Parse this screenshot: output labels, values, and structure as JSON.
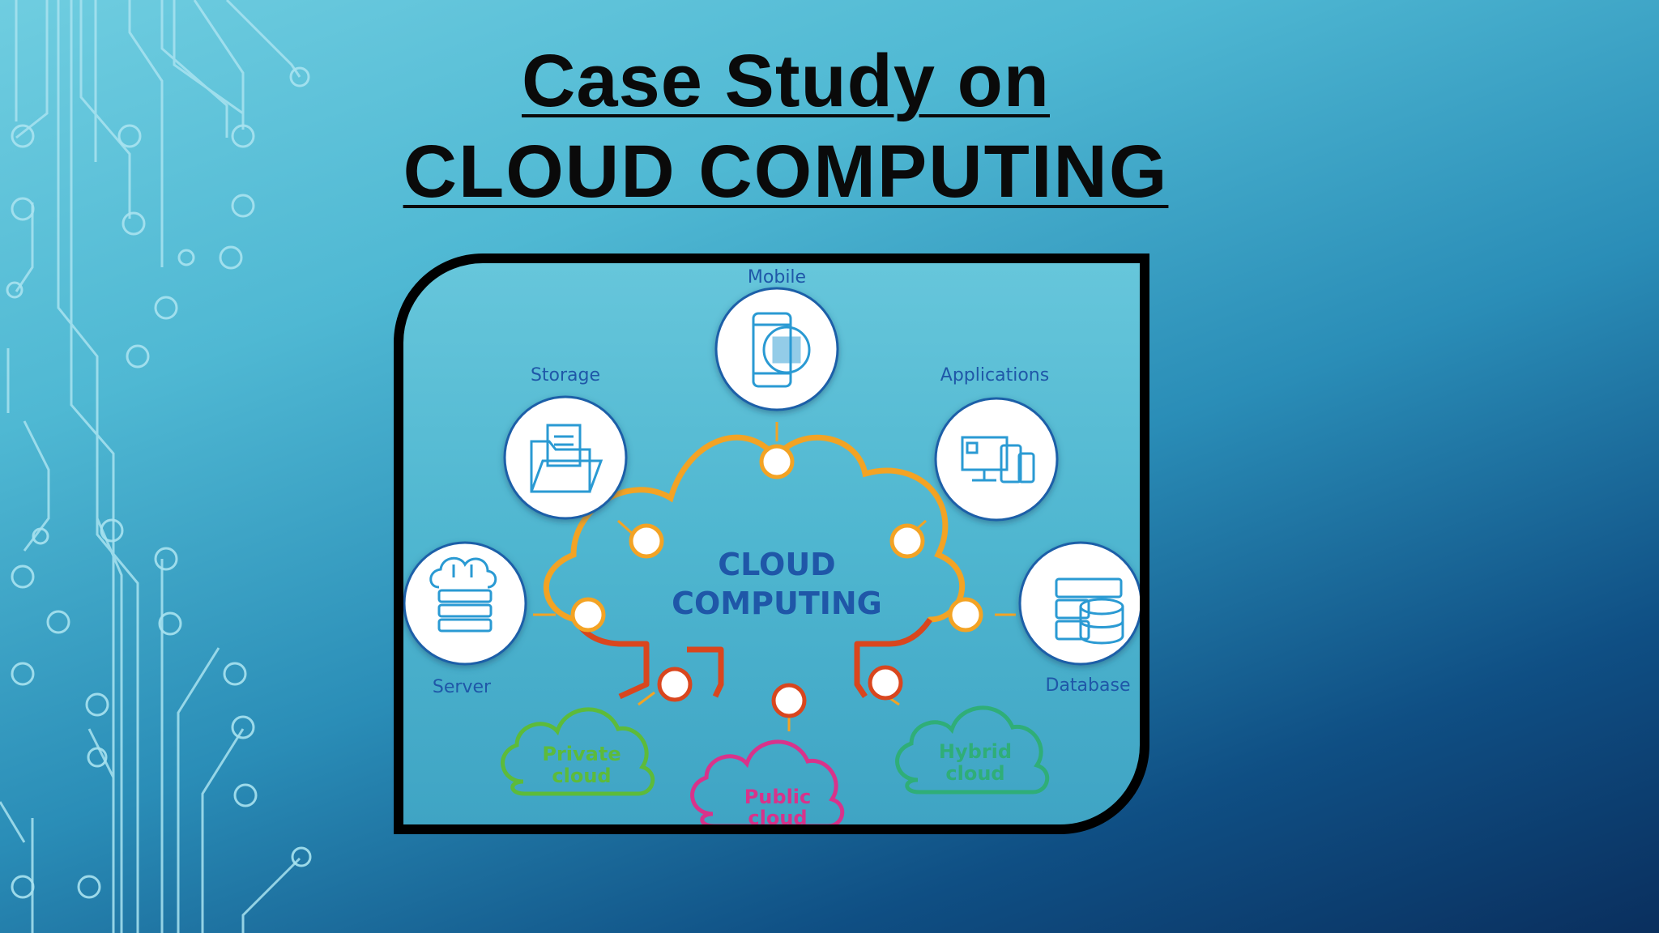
{
  "slide": {
    "title_line1": "Case Study on ",
    "title_line2": "CLOUD COMPUTING"
  },
  "diagram": {
    "center_line1": "CLOUD",
    "center_line2": "COMPUTING",
    "nodes": {
      "mobile": "Mobile",
      "storage": "Storage",
      "applications": "Applications",
      "server": "Server",
      "database": "Database"
    },
    "clouds": {
      "private_line1": "Private",
      "private_line2": "cloud",
      "public_line1": "Public",
      "public_line2": "cloud",
      "hybrid_line1": "Hybrid",
      "hybrid_line2": "cloud"
    }
  },
  "colors": {
    "label_blue": "#1f57a8",
    "cloud_orange": "#f3a324",
    "connector_red": "#d9461e",
    "private_green": "#5dbb3a",
    "public_magenta": "#d8338b",
    "hybrid_green": "#2fae78"
  }
}
